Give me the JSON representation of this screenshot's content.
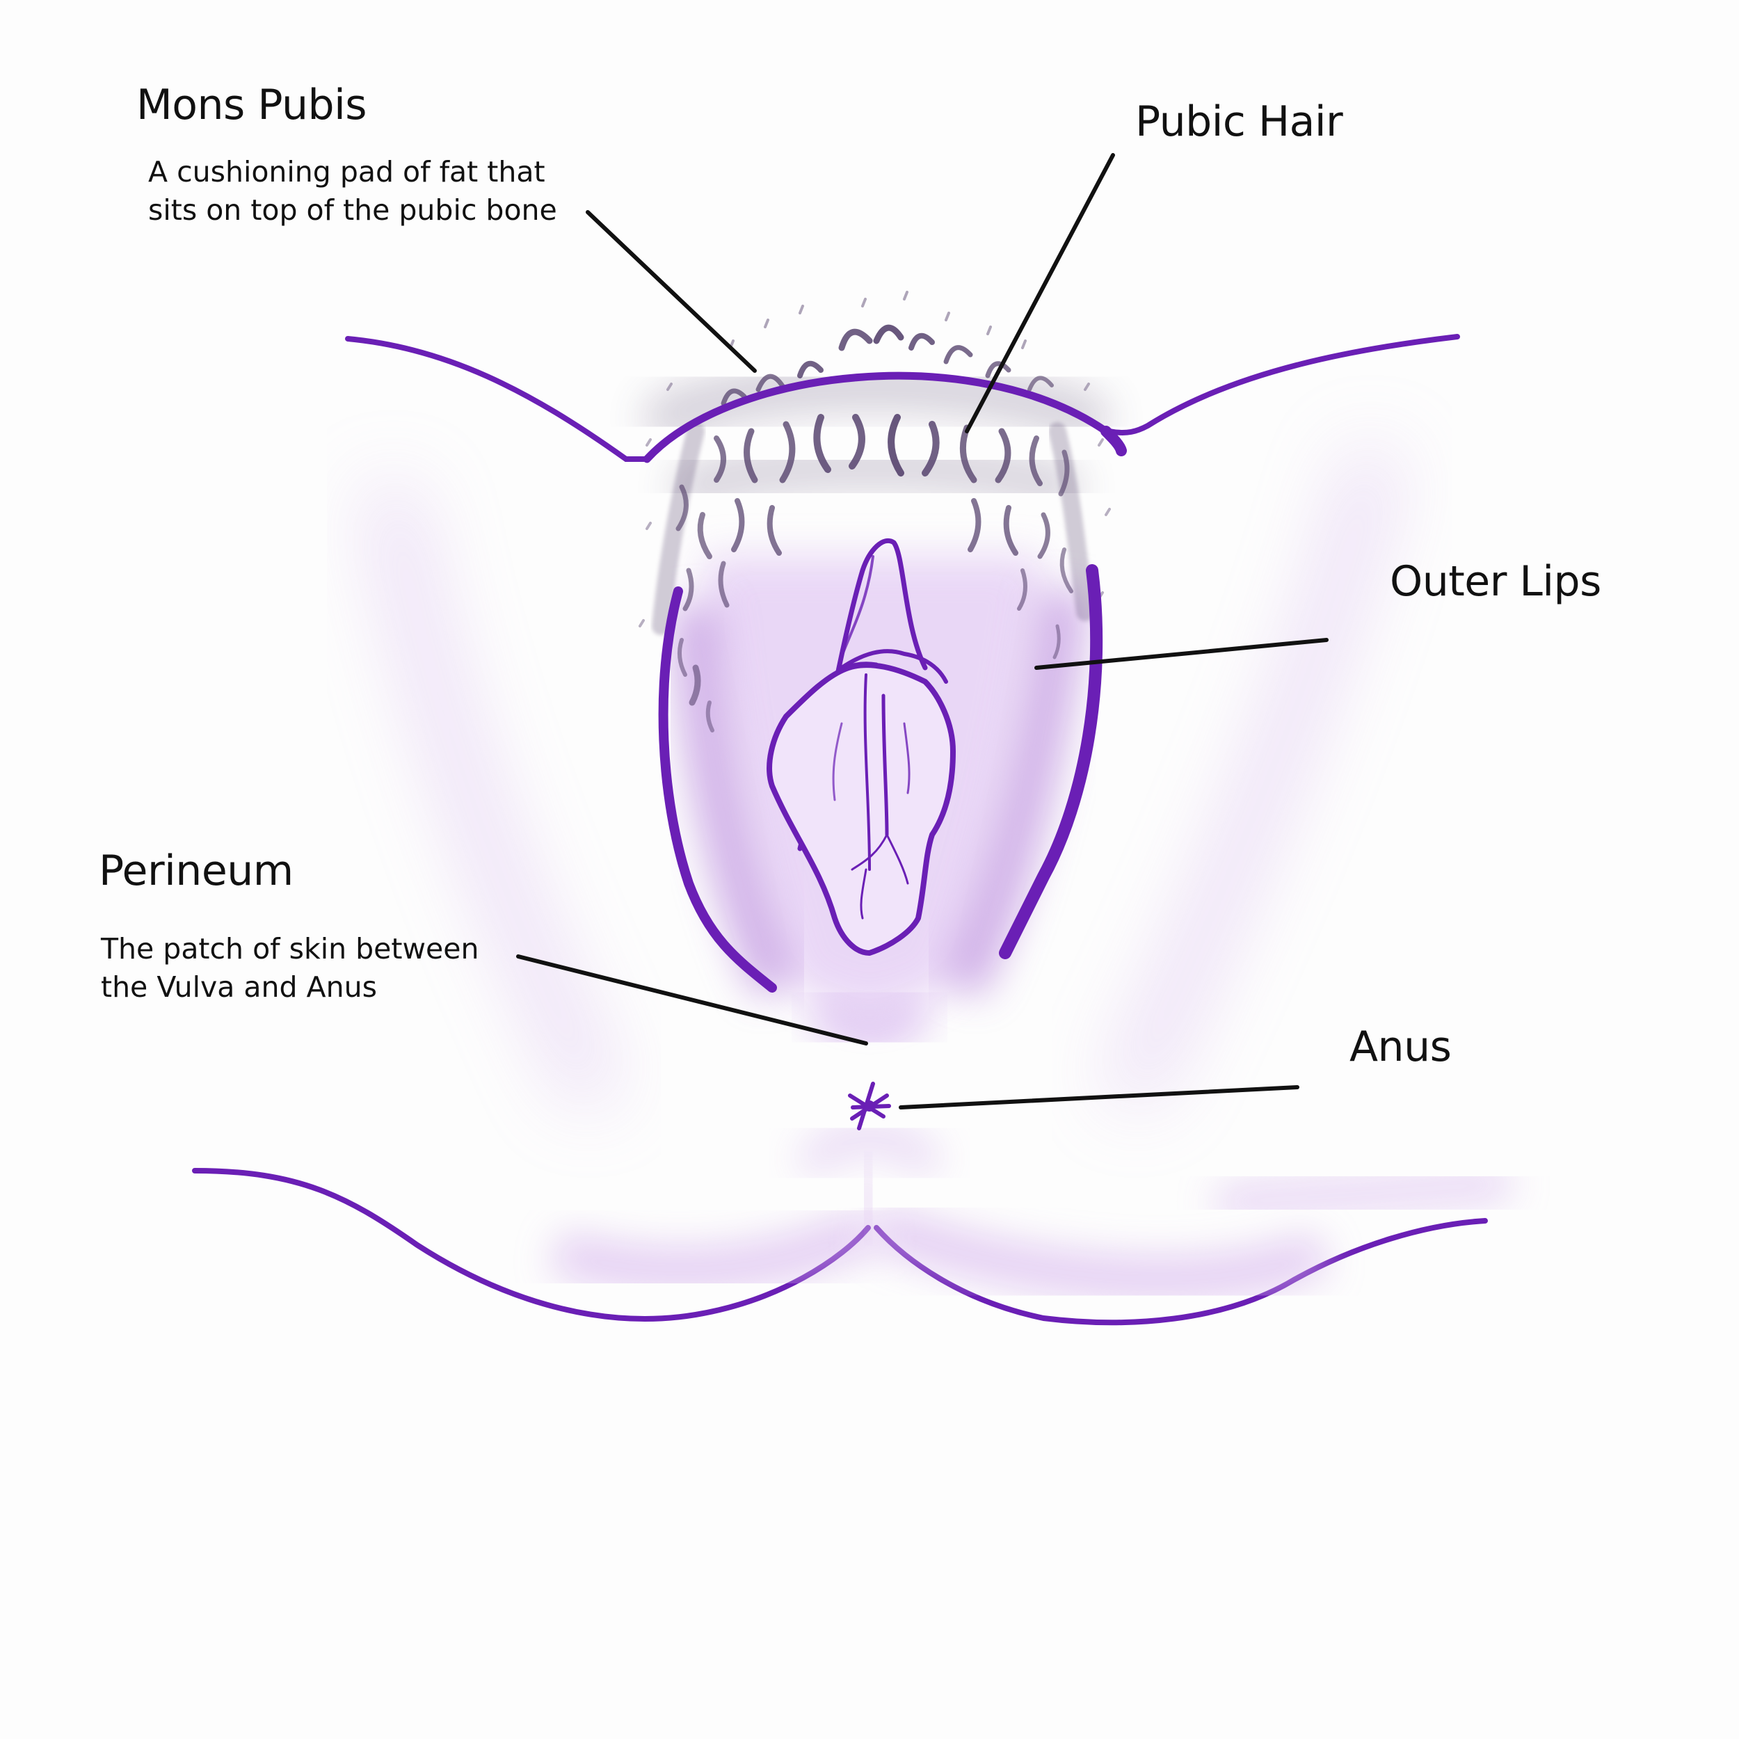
{
  "labels": {
    "mons_pubis": {
      "title": "Mons Pubis",
      "description": [
        "A cushioning pad of fat that",
        "sits on top of the pubic bone"
      ]
    },
    "pubic_hair": {
      "title": "Pubic Hair"
    },
    "outer_lips": {
      "title": "Outer Lips"
    },
    "perineum": {
      "title": "Perineum",
      "description": [
        "The patch of skin between",
        "the Vulva and Anus"
      ]
    },
    "anus": {
      "title": "Anus"
    }
  },
  "colors": {
    "outline": "#6a1fb5",
    "shading": "#b37fda",
    "hair": "#4e3a66",
    "leader_line": "#111111",
    "text": "#111111",
    "background": "#fdfdfd"
  }
}
